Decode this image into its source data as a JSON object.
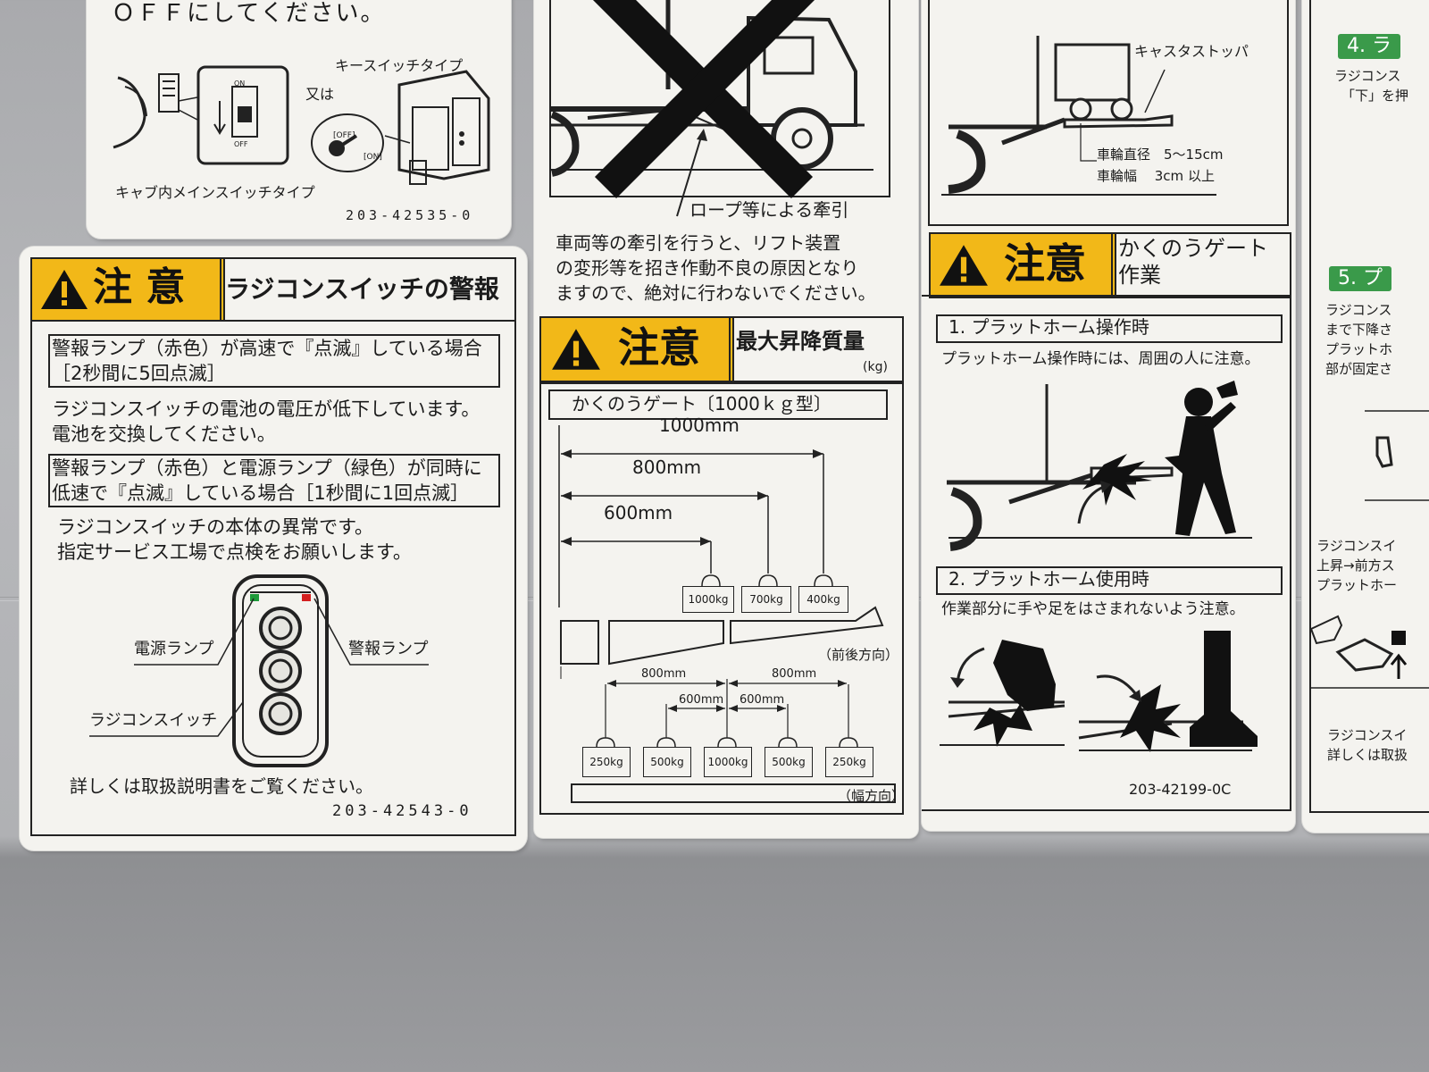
{
  "colors": {
    "warning_yellow": "#f2b818",
    "label_bg": "#f4f3ef",
    "ink": "#1b1b1b",
    "panel_gray": "#b0b1b4"
  },
  "top_left": {
    "heading": "ＯＦＦにしてください。",
    "key_type": "キースイッチタイプ",
    "or": "又は",
    "off": "[OFF]",
    "on": "[ON]",
    "sw_on": "ON",
    "sw_off": "OFF",
    "cab_type": "キャブ内メインスイッチタイプ",
    "code": "203-42535-0"
  },
  "radio": {
    "caution": "注 意",
    "title": "ラジコンスイッチの警報",
    "box1": [
      "警報ランプ（赤色）が高速で『点滅』している場合",
      "［2秒間に5回点滅］"
    ],
    "text1": [
      "ラジコンスイッチの電池の電圧が低下しています。",
      "電池を交換してください。"
    ],
    "box2": [
      "警報ランプ（赤色）と電源ランプ（緑色）が同時に",
      "低速で『点滅』している場合［1秒間に1回点滅］"
    ],
    "text2": [
      "ラジコンスイッチの本体の異常です。",
      "指定サービス工場で点検をお願いします。"
    ],
    "power_lamp": "電源ランプ",
    "warning_lamp": "警報ランプ",
    "switch": "ラジコンスイッチ",
    "footer": "詳しくは取扱説明書をご覧ください。",
    "code": "203-42543-0"
  },
  "tow": {
    "rope": "ロープ等による牽引",
    "text": [
      "車両等の牽引を行うと、リフト装置",
      "の変形等を招き作動不良の原因となり",
      "ますので、絶対に行わないでください。"
    ]
  },
  "load": {
    "caution": "注意",
    "title": "最大昇降質量",
    "unit": "(kg)",
    "model": "かくのうゲート〔1000ｋｇ型〕",
    "dist_long": [
      "1000mm",
      "800mm",
      "600mm"
    ],
    "weights_long": [
      "1000kg",
      "700kg",
      "400kg"
    ],
    "dir_long": "（前後方向）",
    "dist_wide": [
      "800mm",
      "600mm",
      "600mm",
      "800mm"
    ],
    "weights_wide": [
      "250kg",
      "500kg",
      "1000kg",
      "500kg",
      "250kg"
    ],
    "dir_wide": "（幅方向）"
  },
  "caster": {
    "stopper": "キャスタストッパ",
    "spec1": "車輪直径　5～15cm",
    "spec2": "車輪幅　 3cm 以上"
  },
  "gate": {
    "caution": "注意",
    "title": [
      "かくのうゲート",
      "作業"
    ],
    "s1_title": "1. プラットホーム操作時",
    "s1_text": "プラットホーム操作時には、周囲の人に注意。",
    "s2_title": "2. プラットホーム使用時",
    "s2_text": "作業部分に手や足をはさまれないよう注意。",
    "code": "203-42199-0C"
  },
  "right_partial": {
    "step4": "4. ラ",
    "line1": "ラジコンス",
    "line2": "「下」を押",
    "step5": "5. プ",
    "p1": "ラジコンス",
    "p2": "まで下降さ",
    "p3": "プラットホ",
    "p4": "部が固定さ",
    "q1": "ラジコンスイ",
    "q2": "上昇→前方ス",
    "q3": "プラットホー",
    "r1": "ラジコンスイ",
    "r2": "詳しくは取扱"
  }
}
